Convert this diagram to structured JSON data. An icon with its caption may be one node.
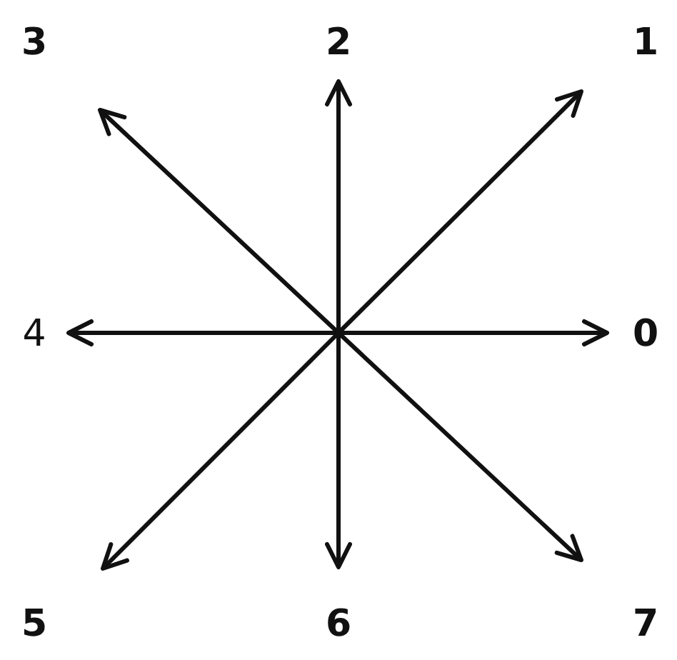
{
  "diagram": {
    "nodes": [
      {
        "text": [
          "3"
        ]
      },
      {
        "text": [
          "2"
        ]
      },
      {
        "text": [
          "1"
        ]
      },
      {
        "text": [
          "4"
        ]
      },
      {
        "text": [
          "0"
        ]
      },
      {
        "text": [
          "5"
        ]
      },
      {
        "text": [
          "6"
        ]
      },
      {
        "text": [
          "7"
        ]
      }
    ],
    "edges": [
      {
        "from": null,
        "to": 0,
        "arrow": "to"
      },
      {
        "from": null,
        "to": 1,
        "arrow": "to"
      },
      {
        "from": null,
        "to": 2,
        "arrow": "to"
      },
      {
        "from": null,
        "to": 3,
        "arrow": "to"
      },
      {
        "from": null,
        "to": 4,
        "arrow": "to"
      },
      {
        "from": null,
        "to": 5,
        "arrow": "to"
      },
      {
        "from": null,
        "to": 6,
        "arrow": "to"
      },
      {
        "from": null,
        "to": 7,
        "arrow": "to"
      }
    ]
  }
}
